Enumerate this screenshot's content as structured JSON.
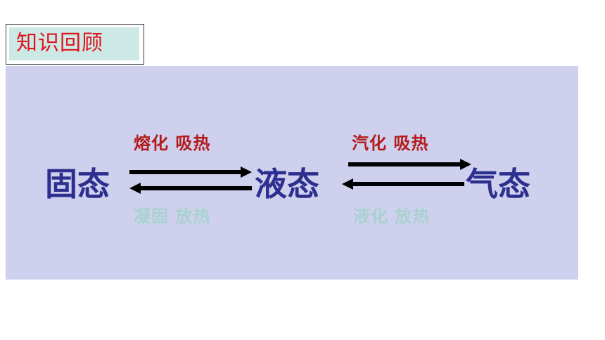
{
  "header": {
    "title": "知识回顾"
  },
  "diagram": {
    "states": {
      "solid": "固态",
      "liquid": "液态",
      "gas": "气态"
    },
    "transitions": {
      "melting": "熔化 吸热",
      "solidifying": "凝固 放热",
      "vaporizing": "汽化 吸热",
      "liquefying": "液化 放热"
    },
    "colors": {
      "state_text": "#2c2f8e",
      "absorb_text": "#b31b1b",
      "release_text": "#a8d2cf",
      "panel_bg": "#cfd0ee",
      "title_bg": "#cde9e6",
      "title_text": "#e0141e",
      "arrow": "#000000"
    }
  }
}
